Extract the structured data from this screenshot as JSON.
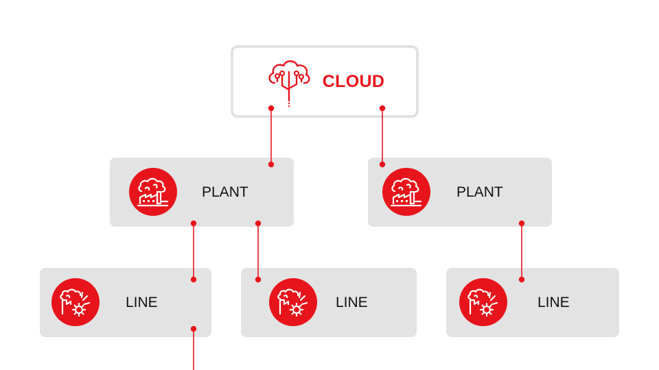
{
  "diagram": {
    "root": {
      "label": "CLOUD",
      "icon": "cloud-network-icon"
    },
    "plants": [
      {
        "label": "PLANT",
        "icon": "factory-icon"
      },
      {
        "label": "PLANT",
        "icon": "factory-icon"
      }
    ],
    "lines": [
      {
        "label": "LINE",
        "icon": "factory-gear-icon"
      },
      {
        "label": "LINE",
        "icon": "factory-gear-icon"
      },
      {
        "label": "LINE",
        "icon": "factory-gear-icon"
      }
    ],
    "colors": {
      "accent": "#e8141c",
      "box_fill": "#e3e3e3",
      "root_border": "#e2e2e2",
      "text": "#111111"
    }
  }
}
